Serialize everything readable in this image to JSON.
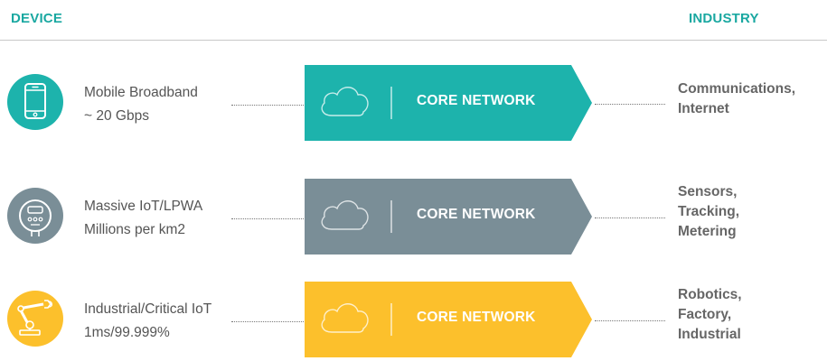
{
  "headers": {
    "left": "DEVICE",
    "right": "INDUSTRY"
  },
  "rows": [
    {
      "device_line1": "Mobile Broadband",
      "device_line2": "~ 20 Gbps",
      "core_label": "CORE NETWORK",
      "industry": [
        "Communications,",
        "Internet"
      ],
      "color": "#1db3ac",
      "icon": "smartphone-icon"
    },
    {
      "device_line1": "Massive IoT/LPWA",
      "device_line2": "Millions per km2",
      "core_label": "CORE NETWORK",
      "industry": [
        "Sensors,",
        "Tracking,",
        "Metering"
      ],
      "color": "#7a8e97",
      "icon": "smart-meter-icon"
    },
    {
      "device_line1": "Industrial/Critical IoT",
      "device_line2": "1ms/99.999%",
      "core_label": "CORE NETWORK",
      "industry": [
        "Robotics,",
        "Factory,",
        "Industrial"
      ],
      "color": "#fcc02c",
      "icon": "robot-arm-icon"
    }
  ]
}
